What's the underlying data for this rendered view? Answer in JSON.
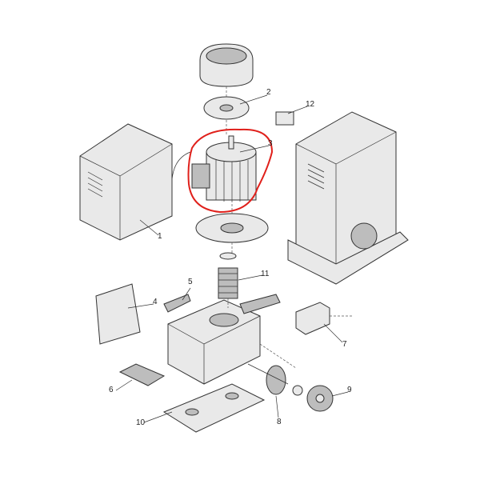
{
  "diagram": {
    "part_labels": [
      "1",
      "2",
      "3",
      "4",
      "5",
      "6",
      "7",
      "8",
      "9",
      "10",
      "11",
      "12"
    ],
    "highlight_color": "#e0201b",
    "highlighted_part": "3"
  }
}
